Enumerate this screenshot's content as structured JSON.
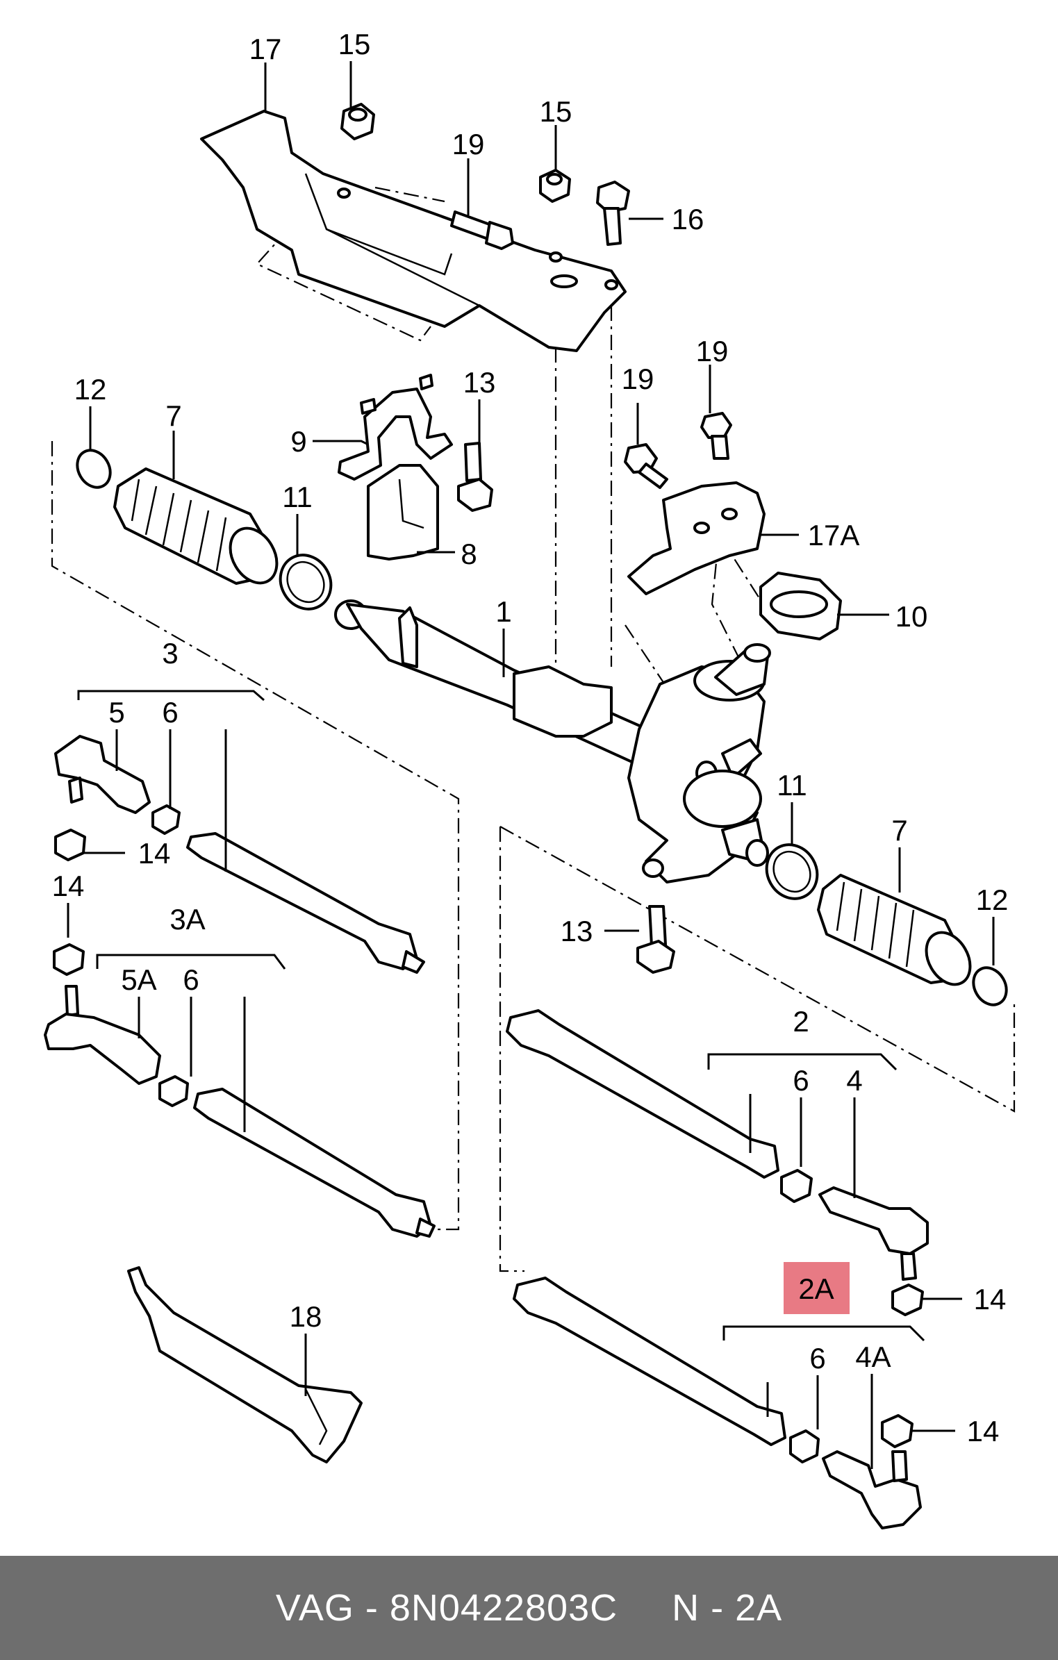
{
  "labels": {
    "l17": "17",
    "l15a": "15",
    "l15b": "15",
    "l19a": "19",
    "l16": "16",
    "l12a": "12",
    "l7a": "7",
    "l13a": "13",
    "l9": "9",
    "l19b": "19",
    "l19c": "19",
    "l11a": "11",
    "l8": "8",
    "l17a": "17A",
    "l10": "10",
    "l1": "1",
    "l3": "3",
    "l5": "5",
    "l6a": "6",
    "l14a": "14",
    "l14b": "14",
    "l3a": "3A",
    "l5a": "5A",
    "l6b": "6",
    "l11b": "11",
    "l7b": "7",
    "l12b": "12",
    "l13b": "13",
    "l2": "2",
    "l6c": "6",
    "l4": "4",
    "l14c": "14",
    "l2a": "2A",
    "l6d": "6",
    "l4a": "4A",
    "l14d": "14",
    "l18": "18"
  },
  "highlight": {
    "label": "2A",
    "color": "#e87a84"
  },
  "footer": {
    "part_info": "VAG - 8N0422803C",
    "ref": "N - 2A",
    "background": "#6e6e6e"
  }
}
